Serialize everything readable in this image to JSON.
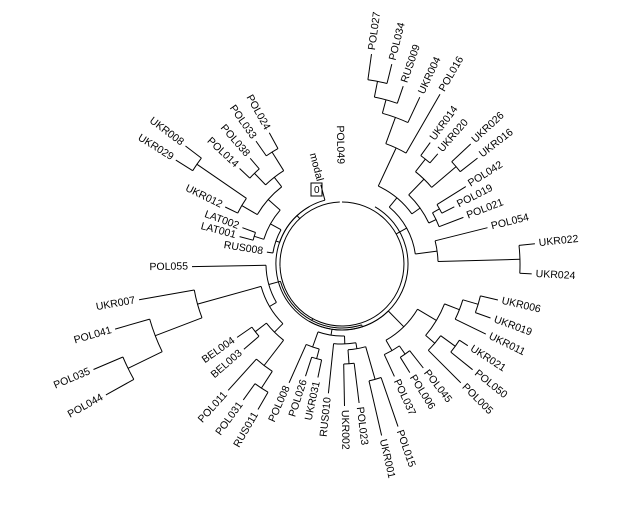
{
  "diagram": {
    "type": "circular-dendrogram",
    "colors": {
      "background": "#ffffff",
      "line": "#000000",
      "text": "#000000"
    },
    "root_marker": "0",
    "labels": [
      "POL049",
      "POL027",
      "POL034",
      "RUS009",
      "UKR004",
      "POL016",
      "UKR014",
      "UKR020",
      "UKR026",
      "UKR016",
      "POL042",
      "POL019",
      "POL021",
      "POL054",
      "UKR022",
      "UKR024",
      "UKR006",
      "UKR019",
      "UKR011",
      "UKR021",
      "POL050",
      "POL005",
      "POL045",
      "POL006",
      "POL037",
      "POL015",
      "UKR001",
      "POL023",
      "UKR002",
      "RUS010",
      "UKR031",
      "POL026",
      "POL008",
      "RUS011",
      "POL031",
      "POL011",
      "BEL003",
      "BEL004",
      "POL044",
      "POL035",
      "POL041",
      "UKR007",
      "POL055",
      "RUS008",
      "LAT001",
      "LAT002",
      "UKR012",
      "UKR029",
      "UKR008",
      "POL014",
      "POL038",
      "POL033",
      "POL024",
      "modal"
    ]
  }
}
